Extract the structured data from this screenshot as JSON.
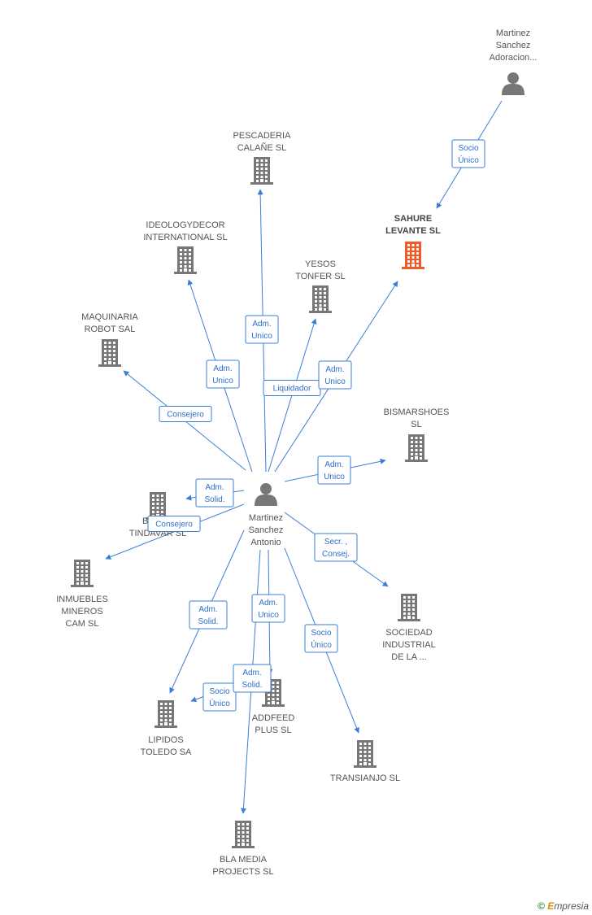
{
  "colors": {
    "edge": "#3a7fd5",
    "building": "#777777",
    "highlight": "#f05a28",
    "person": "#777777"
  },
  "nodes": [
    {
      "id": "martinez_aa",
      "kind": "person",
      "lines": [
        "Martinez",
        "Sanchez",
        "Adoracion..."
      ],
      "icon": "person-icon"
    },
    {
      "id": "pescaderia",
      "kind": "company",
      "lines": [
        "PESCADERIA",
        "CALAÑE  SL"
      ],
      "icon": "building-icon"
    },
    {
      "id": "sahure",
      "kind": "company",
      "lines": [
        "SAHURE",
        "LEVANTE SL"
      ],
      "bold": true,
      "highlight": true,
      "icon": "building-icon"
    },
    {
      "id": "ideology",
      "kind": "company",
      "lines": [
        "IDEOLOGYDECOR",
        "INTERNATIONAL SL"
      ],
      "icon": "building-icon"
    },
    {
      "id": "yesos",
      "kind": "company",
      "lines": [
        "YESOS",
        "TONFER SL"
      ],
      "icon": "building-icon"
    },
    {
      "id": "maquinaria",
      "kind": "company",
      "lines": [
        "MAQUINARIA",
        "ROBOT SAL"
      ],
      "icon": "building-icon"
    },
    {
      "id": "bismarshoes",
      "kind": "company",
      "lines": [
        "BISMARSHOES",
        "SL"
      ],
      "icon": "building-icon"
    },
    {
      "id": "center",
      "kind": "person",
      "lines": [
        "Martinez",
        "Sanchez",
        "Antonio"
      ],
      "icon": "person-icon"
    },
    {
      "id": "barna",
      "kind": "company",
      "lines": [
        "BARNA",
        "TINDAVAR  SL"
      ],
      "icon": "building-icon"
    },
    {
      "id": "inmuebles",
      "kind": "company",
      "lines": [
        "INMUEBLES",
        "MINEROS",
        "CAM SL"
      ],
      "icon": "building-icon"
    },
    {
      "id": "sociedad",
      "kind": "company",
      "lines": [
        "SOCIEDAD",
        "INDUSTRIAL",
        "DE LA ..."
      ],
      "icon": "building-icon"
    },
    {
      "id": "addfeed",
      "kind": "company",
      "lines": [
        "ADDFEED",
        "PLUS SL"
      ],
      "icon": "building-icon"
    },
    {
      "id": "lipidos",
      "kind": "company",
      "lines": [
        "LIPIDOS",
        "TOLEDO SA"
      ],
      "icon": "building-icon"
    },
    {
      "id": "transianjo",
      "kind": "company",
      "lines": [
        "TRANSIANJO SL"
      ],
      "icon": "building-icon"
    },
    {
      "id": "bla",
      "kind": "company",
      "lines": [
        "BLA MEDIA",
        "PROJECTS SL"
      ],
      "icon": "building-icon"
    }
  ],
  "edges": [
    {
      "from": "martinez_aa",
      "to": "sahure",
      "label": [
        "Socio",
        "Único"
      ]
    },
    {
      "from": "center",
      "to": "pescaderia",
      "label": [
        "Adm.",
        "Unico"
      ]
    },
    {
      "from": "center",
      "to": "ideology",
      "label": [
        "Adm.",
        "Unico"
      ]
    },
    {
      "from": "center",
      "to": "yesos",
      "label": [
        "Liquidador"
      ]
    },
    {
      "from": "center",
      "to": "sahure",
      "label": [
        "Adm.",
        "Unico"
      ]
    },
    {
      "from": "center",
      "to": "maquinaria",
      "label": [
        "Consejero"
      ]
    },
    {
      "from": "center",
      "to": "bismarshoes",
      "label": [
        "Adm.",
        "Unico"
      ]
    },
    {
      "from": "center",
      "to": "barna",
      "label": [
        "Adm.",
        "Solid."
      ]
    },
    {
      "from": "center",
      "to": "inmuebles",
      "label": [
        "Consejero"
      ]
    },
    {
      "from": "center",
      "to": "sociedad",
      "label": [
        "Secr. ,",
        "Consej."
      ]
    },
    {
      "from": "center",
      "to": "lipidos",
      "label": [
        "Adm.",
        "Solid."
      ]
    },
    {
      "from": "center",
      "to": "addfeed",
      "label": [
        "Adm.",
        "Unico"
      ]
    },
    {
      "from": "center",
      "to": "transianjo",
      "label": [
        "Socio",
        "Único"
      ]
    },
    {
      "from": "center",
      "to": "lipidos",
      "label": [
        "Socio",
        "Único"
      ]
    },
    {
      "from": "center",
      "to": "bla",
      "label": [
        "Adm.",
        "Solid."
      ]
    }
  ],
  "brand": {
    "copyright": "©",
    "initial": "E",
    "rest": "mpresia"
  }
}
